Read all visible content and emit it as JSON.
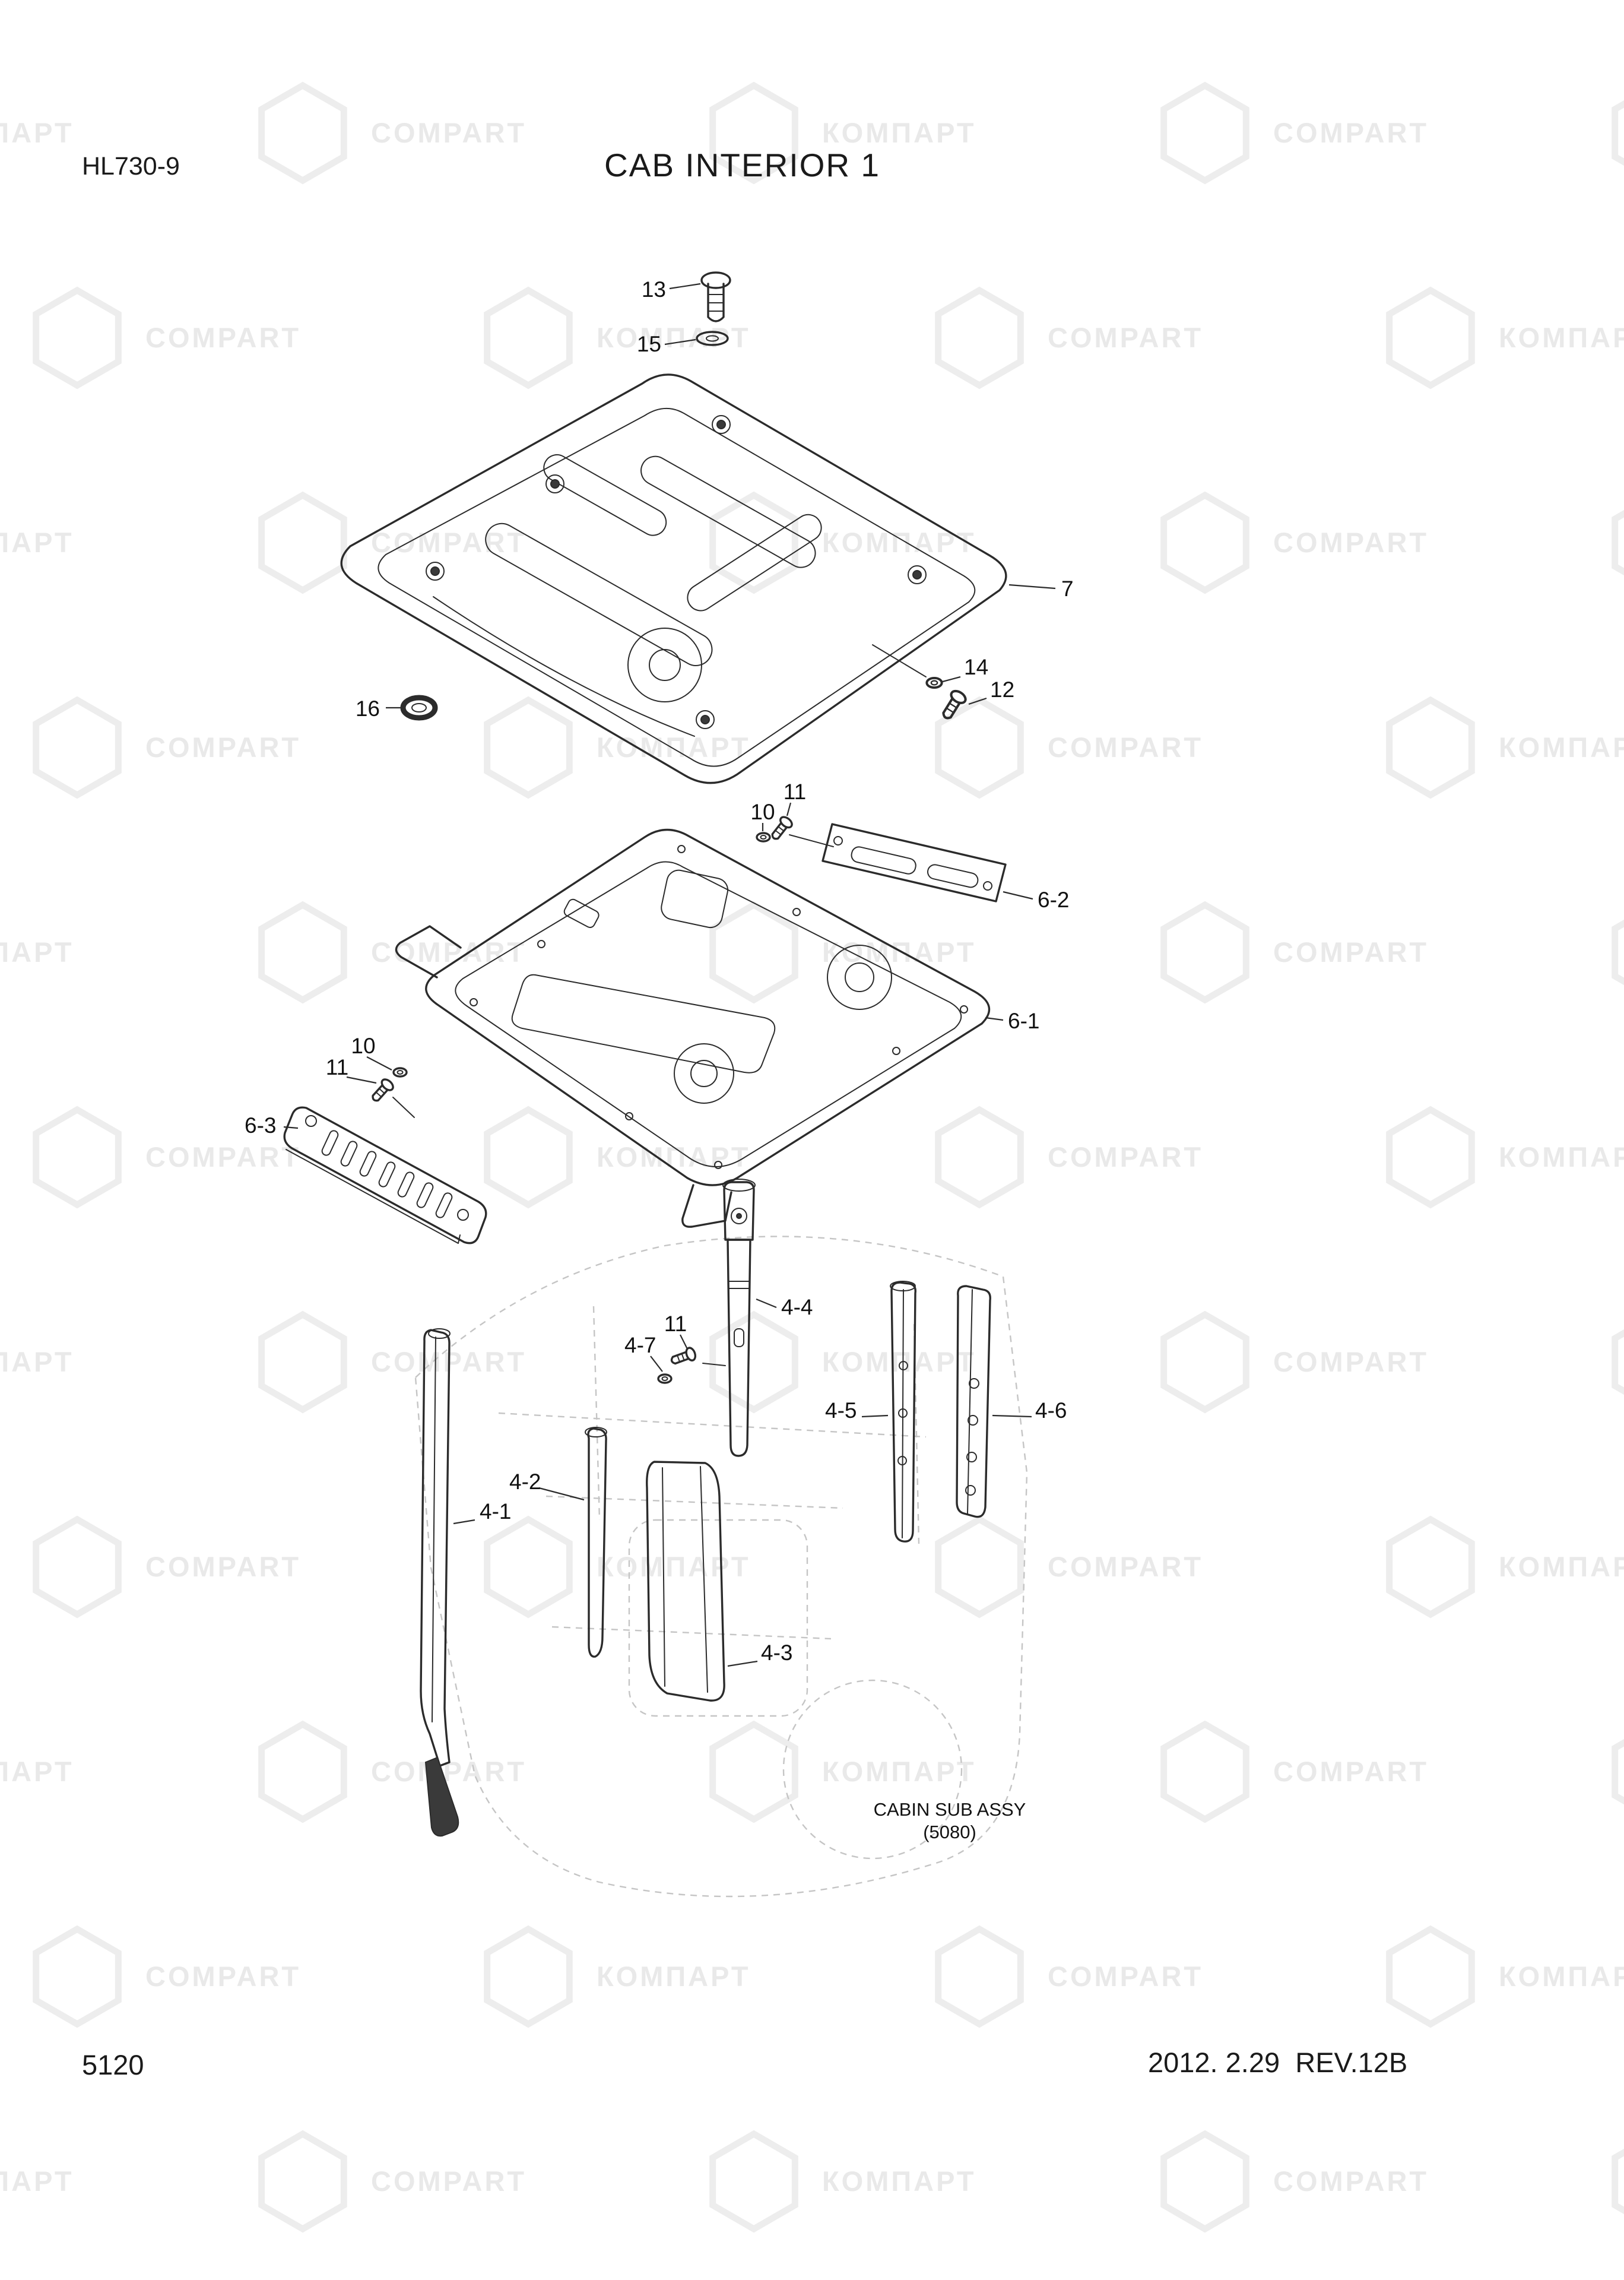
{
  "page": {
    "model": "HL730-9",
    "title": "CAB INTERIOR 1",
    "page_number": "5120",
    "revision": "2012. 2.29  REV.12B"
  },
  "watermark": {
    "word_cyrillic": "КОМПАРТ",
    "word_latin": "COMPART",
    "outline_color": "#ededed",
    "text_color": "#e9e9e9"
  },
  "diagram": {
    "ink_color": "#2b2b2b",
    "ghost_color": "#c5c5c5",
    "subassembly_label": "CABIN SUB ASSY",
    "subassembly_code": "(5080)",
    "callouts": {
      "c13": "13",
      "c15": "15",
      "c7": "7",
      "c16": "16",
      "c14": "14",
      "c12": "12",
      "c10a": "10",
      "c11a": "11",
      "c6_2": "6-2",
      "c6_1": "6-1",
      "c10b": "10",
      "c11b": "11",
      "c6_3": "6-3",
      "c4_4": "4-4",
      "c11c": "11",
      "c4_7": "4-7",
      "c4_1": "4-1",
      "c4_2": "4-2",
      "c4_3": "4-3",
      "c4_5": "4-5",
      "c4_6": "4-6"
    }
  }
}
